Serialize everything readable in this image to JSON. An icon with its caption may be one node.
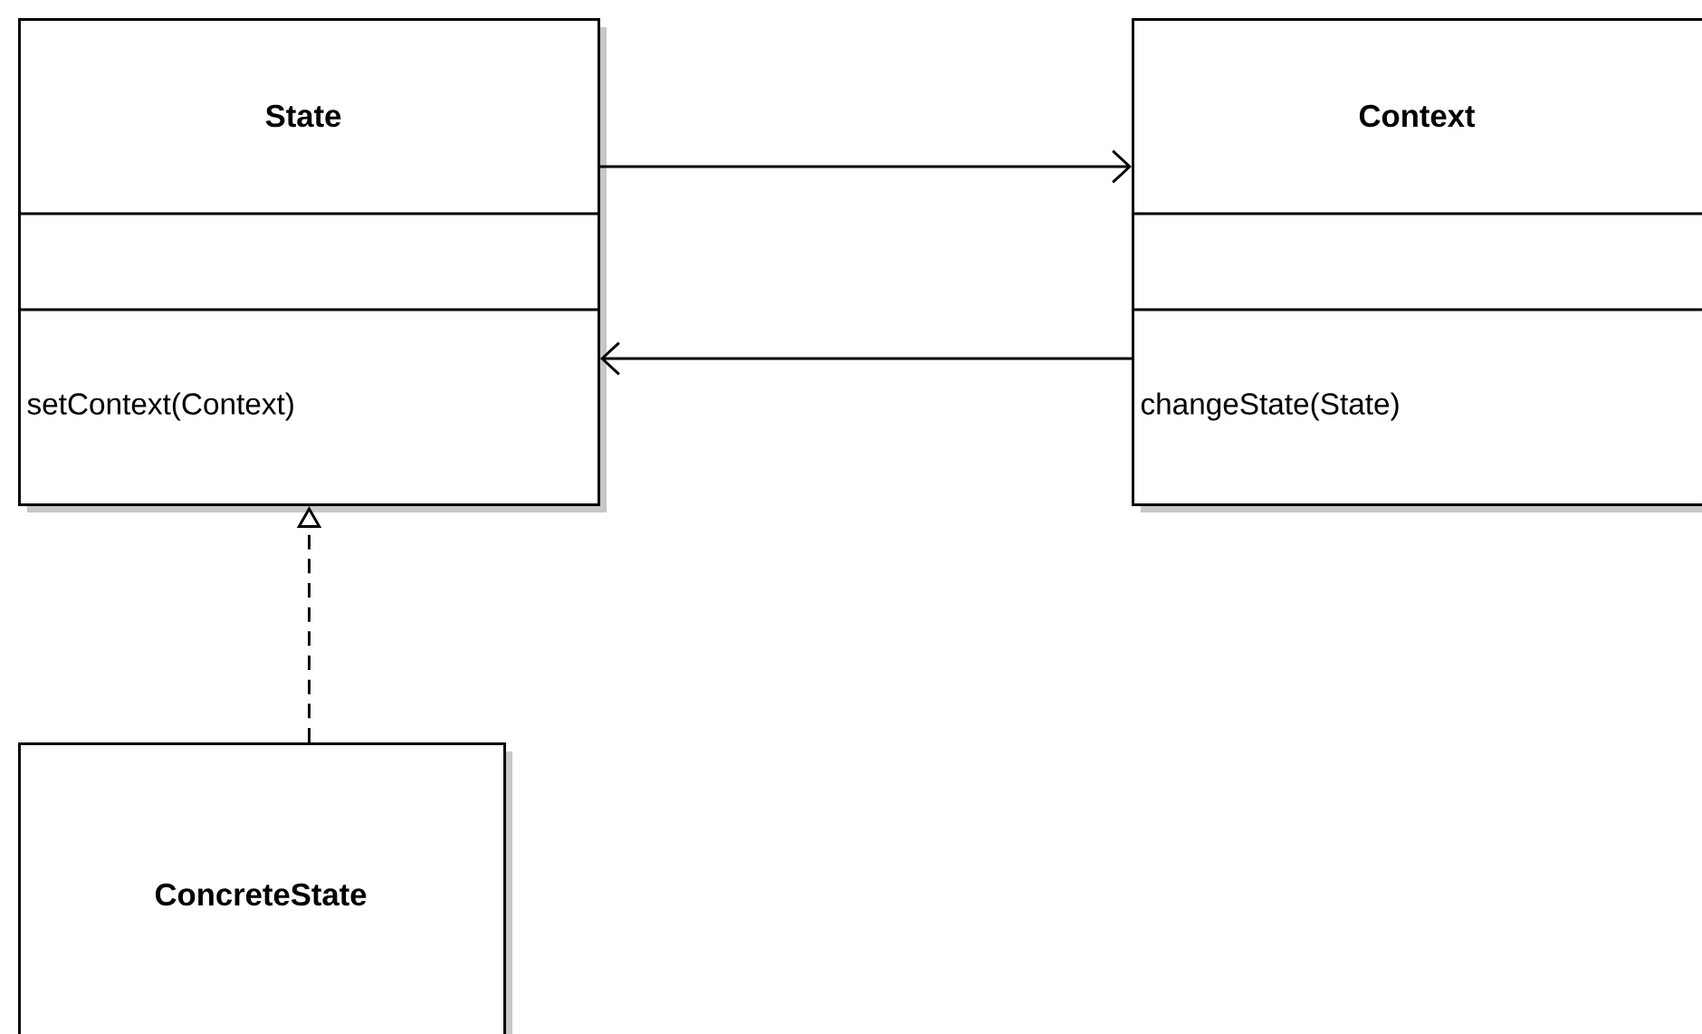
{
  "diagram": {
    "nodes": [
      {
        "text": [
          "State",
          "setContext(Context)"
        ]
      },
      {
        "text": [
          "Context",
          "changeState(State)"
        ]
      },
      {
        "text": [
          "ConcreteState"
        ]
      }
    ],
    "edges": [
      {
        "from": 0,
        "to": 1,
        "arrow": "to"
      },
      {
        "from": 1,
        "to": 0,
        "arrow": "to"
      },
      {
        "from": 2,
        "to": 0,
        "arrow": "to",
        "style": "dashed"
      }
    ]
  }
}
